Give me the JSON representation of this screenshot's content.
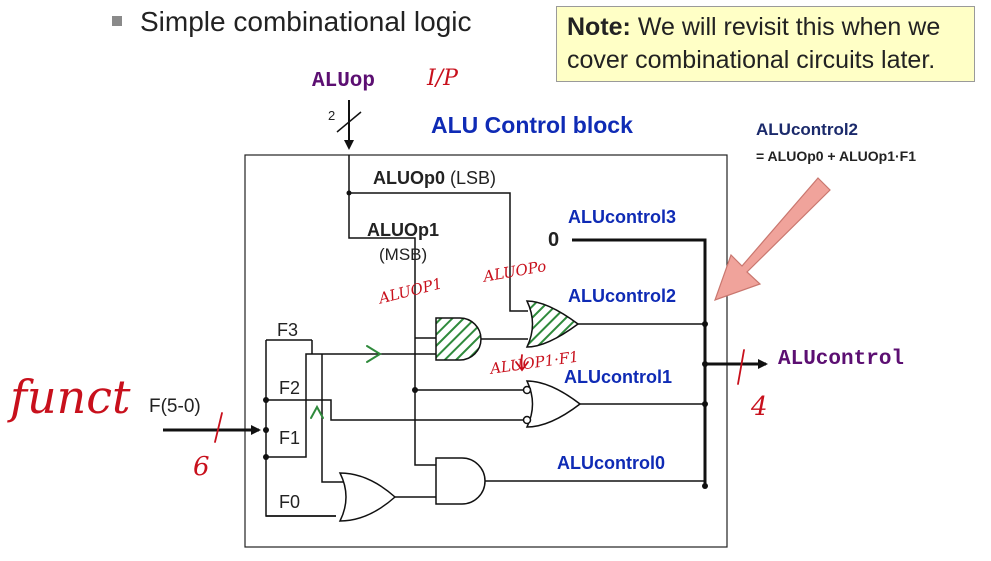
{
  "slide": {
    "bullet": "Simple combinational logic",
    "note_bold": "Note:",
    "note_text": " We will revisit this when we cover combinational circuits later."
  },
  "diagram": {
    "input_aluop": "ALUop",
    "bus_width_aluop": "2",
    "block_title": "ALU Control block",
    "aluop0": "ALUOp0",
    "aluop0_suffix": " (LSB)",
    "aluop1": "ALUOp1",
    "aluop1_suffix": "(MSB)",
    "constant_zero": "0",
    "out3": "ALUcontrol3",
    "out2": "ALUcontrol2",
    "out1": "ALUcontrol1",
    "out0": "ALUcontrol0",
    "callout_title": "ALUcontrol2",
    "callout_formula": "= ALUOp0 + ALUOp1·F1",
    "input_f": "F(5-0)",
    "f3": "F3",
    "f2": "F2",
    "f1": "F1",
    "f0": "F0",
    "output": "ALUcontrol"
  },
  "annotations": {
    "ip": "I/P",
    "funct": "funct",
    "six": "6",
    "four": "4",
    "aluop1_hw": "ALUOP1",
    "aluop0_hw": "ALUOPo",
    "aluop1_f1_hw": "ALUOP1·F1"
  },
  "colors": {
    "note_bg": "#ffffc6",
    "label_blue": "#0f2bb5",
    "mono_purple": "#5c0f72",
    "ink_red": "#c8101c",
    "ink_green": "#2f8a3c",
    "callout_arrow": "#f0a39b"
  }
}
